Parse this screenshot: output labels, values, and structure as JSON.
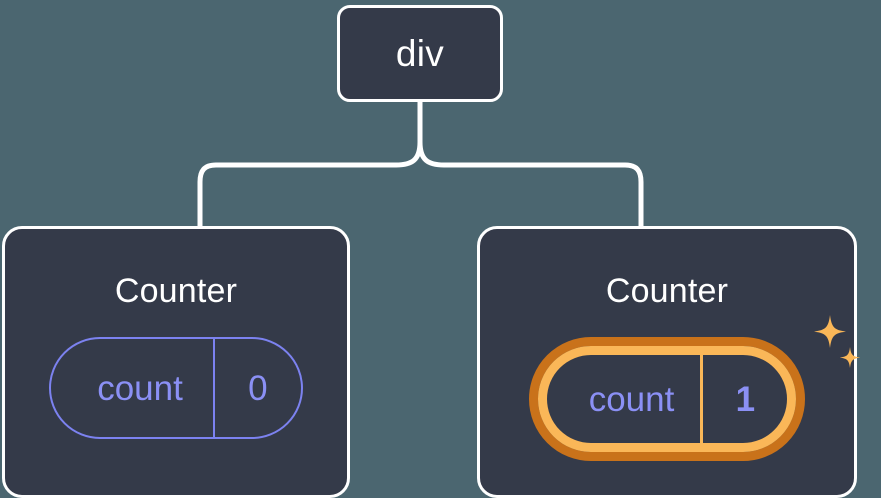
{
  "diagram": {
    "type": "component-tree",
    "background_color": "#4b6670",
    "node_fill_color": "#343a49",
    "node_border_color": "#ffffff",
    "connector_color": "#ffffff",
    "accent_periwinkle": "#8b90f5",
    "accent_orange_light": "#fab758",
    "accent_orange_dark": "#c9721a"
  },
  "root": {
    "label": "div"
  },
  "children": [
    {
      "title": "Counter",
      "state": {
        "key": "count",
        "value": "0"
      },
      "highlighted": false,
      "sparkle": false
    },
    {
      "title": "Counter",
      "state": {
        "key": "count",
        "value": "1"
      },
      "highlighted": true,
      "sparkle": true
    }
  ],
  "icons": {
    "sparkle_large": "sparkle-icon",
    "sparkle_small": "sparkle-small-icon"
  }
}
